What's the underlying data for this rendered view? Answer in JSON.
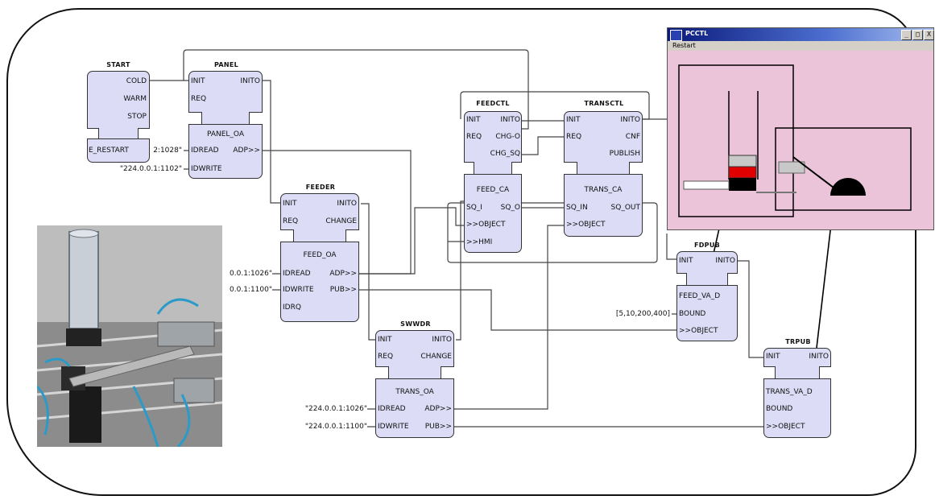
{
  "blocks": {
    "start": {
      "title": "START",
      "ports": {
        "cold": "COLD",
        "warm": "WARM",
        "stop": "STOP",
        "type": "E_RESTART"
      }
    },
    "panel": {
      "title": "PANEL",
      "ports": {
        "init": "INIT",
        "inito": "INITO",
        "req": "REQ",
        "type": "PANEL_OA",
        "iread": "IDREAD",
        "adp": "ADP>>",
        "iwrite": "IDWRITE"
      },
      "params": {
        "iread": "2:1028\"",
        "iwrite": "\"224.0.0.1:1102\""
      }
    },
    "feeder": {
      "title": "FEEDER",
      "ports": {
        "init": "INIT",
        "inito": "INITO",
        "req": "REQ",
        "change": "CHANGE",
        "type": "FEED_OA",
        "iread": "IDREAD",
        "adp": "ADP>>",
        "iwrite": "IDWRITE",
        "pub": "PUB>>",
        "irq": "IDRQ"
      },
      "params": {
        "iread": "0.0.1:1026\"",
        "iwrite": "0.0.1:1100\""
      }
    },
    "feedctl": {
      "title": "FEEDCTL",
      "ports": {
        "init": "INIT",
        "inito": "INITO",
        "req": "REQ",
        "chgo": "CHG-O",
        "chgsq": "CHG_SQ",
        "type": "FEED_CA",
        "sqi": "SQ_I",
        "sqo": "SQ_O",
        "object": ">>OBJECT",
        "hmi": ">>HMI"
      }
    },
    "transctl": {
      "title": "TRANSCTL",
      "ports": {
        "init": "INIT",
        "inito": "INITO",
        "req": "REQ",
        "cnf": "CNF",
        "publish": "PUBLISH",
        "type": "TRANS_CA",
        "sqin": "SQ_IN",
        "sqout": "SQ_OUT",
        "object": ">>OBJECT"
      }
    },
    "swwdr": {
      "title": "SWWDR",
      "ports": {
        "init": "INIT",
        "inito": "INITO",
        "req": "REQ",
        "change": "CHANGE",
        "type": "TRANS_OA",
        "iread": "IDREAD",
        "adp": "ADP>>",
        "iwrite": "IDWRITE",
        "pub": "PUB>>"
      },
      "params": {
        "iread": "\"224.0.0.1:1026\"",
        "iwrite": "\"224.0.0.1:1100\""
      }
    },
    "fdpub": {
      "title": "FDPUB",
      "ports": {
        "init": "INIT",
        "inito": "INITO",
        "type": "FEED_VA_D",
        "bound": "BOUND",
        "object": ">>OBJECT"
      },
      "params": {
        "bound": "[5,10,200,400]"
      }
    },
    "trpub": {
      "title": "TRPUB",
      "ports": {
        "init": "INIT",
        "inito": "INITO",
        "type": "TRANS_VA_D",
        "bound": "BOUND",
        "object": ">>OBJECT"
      }
    }
  },
  "hmi_window": {
    "title": "PCCTL",
    "menu": "Restart",
    "buttons": {
      "minimize": "_",
      "maximize": "□",
      "close": "X"
    }
  },
  "photo": {
    "caption": ""
  },
  "colors": {
    "block_fill": "#dcdcf6",
    "window_bg": "#ebc4d9",
    "red_item": "#e00000",
    "black_item": "#000000",
    "gray_item": "#c0c0c0"
  }
}
